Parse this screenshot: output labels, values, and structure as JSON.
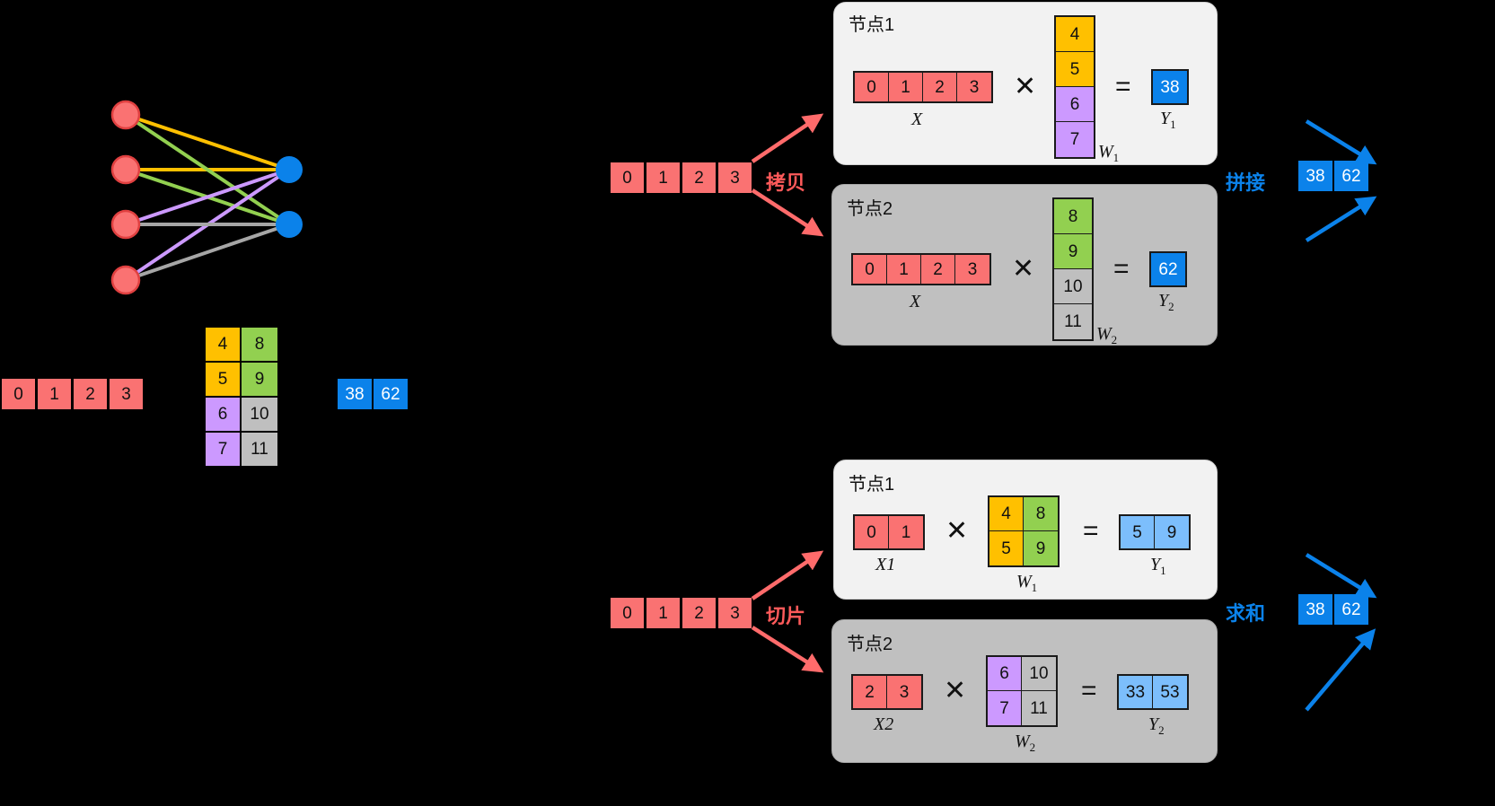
{
  "diagram": {
    "title_hidden": "",
    "network": {
      "input_nodes": 4,
      "output_nodes": 2,
      "input_color": "#fa7272",
      "output_color": "#0b82ea",
      "edge_colors": [
        "#ffc000",
        "#92d050",
        "#cc99ff",
        "#bfbfbf"
      ]
    },
    "legend": {
      "x_vector": [
        "0",
        "1",
        "2",
        "3"
      ],
      "w_matrix": [
        [
          "4",
          "8"
        ],
        [
          "5",
          "9"
        ],
        [
          "6",
          "10"
        ],
        [
          "7",
          "11"
        ]
      ],
      "w_colors": [
        [
          "orange",
          "green"
        ],
        [
          "orange",
          "green"
        ],
        [
          "purple",
          "gray"
        ],
        [
          "purple",
          "gray"
        ]
      ],
      "y_vector": [
        "38",
        "62"
      ]
    },
    "top": {
      "input_vector": [
        "0",
        "1",
        "2",
        "3"
      ],
      "split_label": "拷贝",
      "merge_label": "拼接",
      "output_vector": [
        "38",
        "62"
      ],
      "nodes": [
        {
          "title": "节点1",
          "x_cells": [
            "0",
            "1",
            "2",
            "3"
          ],
          "x_label": "X",
          "mul_op": "✕",
          "w_cells": [
            "4",
            "5",
            "6",
            "7"
          ],
          "w_colors": [
            "orange",
            "orange",
            "purple",
            "purple"
          ],
          "w_label": "W",
          "w_sub": "1",
          "eq_op": "=",
          "y_cells": [
            "38"
          ],
          "y_label": "Y",
          "y_sub": "1"
        },
        {
          "title": "节点2",
          "x_cells": [
            "0",
            "1",
            "2",
            "3"
          ],
          "x_label": "X",
          "mul_op": "✕",
          "w_cells": [
            "8",
            "9",
            "10",
            "11"
          ],
          "w_colors": [
            "green",
            "green",
            "gray",
            "gray"
          ],
          "w_label": "W",
          "w_sub": "2",
          "eq_op": "=",
          "y_cells": [
            "62"
          ],
          "y_label": "Y",
          "y_sub": "2"
        }
      ]
    },
    "bottom": {
      "input_vector": [
        "0",
        "1",
        "2",
        "3"
      ],
      "split_label": "切片",
      "merge_label": "求和",
      "output_vector": [
        "38",
        "62"
      ],
      "nodes": [
        {
          "title": "节点1",
          "x_cells": [
            "0",
            "1"
          ],
          "x_label": "X1",
          "mul_op": "✕",
          "w_cells": [
            "4",
            "8",
            "5",
            "9"
          ],
          "w_colors": [
            "orange",
            "green",
            "orange",
            "green"
          ],
          "w_label": "W",
          "w_sub": "1",
          "eq_op": "=",
          "y_cells": [
            "5",
            "9"
          ],
          "y_label": "Y",
          "y_sub": "1"
        },
        {
          "title": "节点2",
          "x_cells": [
            "2",
            "3"
          ],
          "x_label": "X2",
          "mul_op": "✕",
          "w_cells": [
            "6",
            "10",
            "7",
            "11"
          ],
          "w_colors": [
            "purple",
            "gray",
            "purple",
            "gray"
          ],
          "w_label": "W",
          "w_sub": "2",
          "eq_op": "=",
          "y_cells": [
            "33",
            "53"
          ],
          "y_label": "Y",
          "y_sub": "2"
        }
      ]
    }
  }
}
